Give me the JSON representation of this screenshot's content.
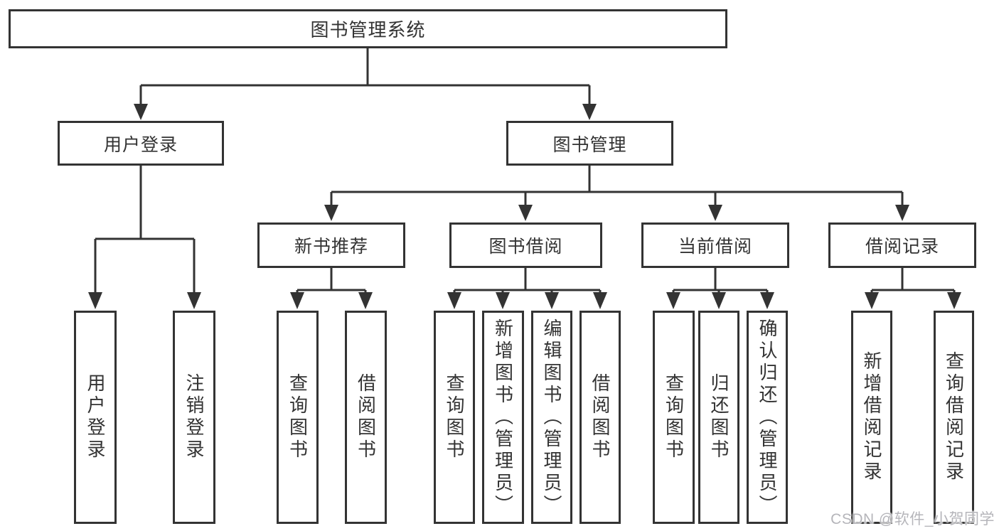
{
  "diagram_type": "hierarchy-tree",
  "colors": {
    "line": "#333333",
    "box_border": "#333333",
    "box_fill": "#ffffff",
    "text": "#333333",
    "watermark": "#b5b5ba",
    "background": "#ffffff"
  },
  "watermark": {
    "text": "CSDN @软件_小贺同学"
  },
  "tree": {
    "root": {
      "label": "图书管理系统",
      "children": [
        {
          "label": "用户登录",
          "children": [
            {
              "label": "用户登录"
            },
            {
              "label": "注销登录"
            }
          ]
        },
        {
          "label": "图书管理",
          "children": [
            {
              "label": "新书推荐",
              "children": [
                {
                  "label": "查询图书"
                },
                {
                  "label": "借阅图书"
                }
              ]
            },
            {
              "label": "图书借阅",
              "children": [
                {
                  "label": "查询图书"
                },
                {
                  "label": "新增图书（管理员）"
                },
                {
                  "label": "编辑图书（管理员）"
                },
                {
                  "label": "借阅图书"
                }
              ]
            },
            {
              "label": "当前借阅",
              "children": [
                {
                  "label": "查询图书"
                },
                {
                  "label": "归还图书"
                },
                {
                  "label": "确认归还（管理员）"
                }
              ]
            },
            {
              "label": "借阅记录",
              "children": [
                {
                  "label": "新增借阅记录"
                },
                {
                  "label": "查询借阅记录"
                }
              ]
            }
          ]
        }
      ]
    }
  }
}
